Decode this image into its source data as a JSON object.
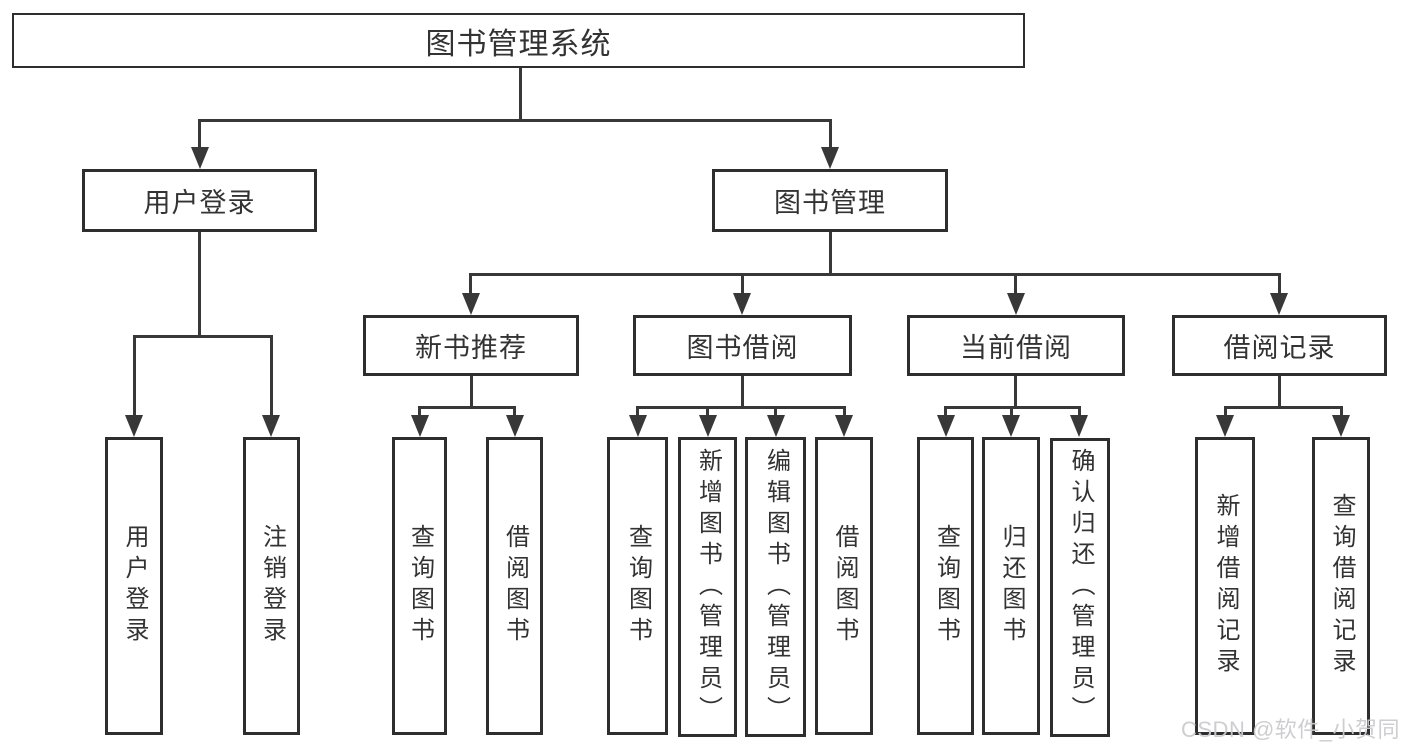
{
  "title": "图书管理系统",
  "colors": {
    "background": "#ffffff",
    "box_border": "#2e2e2e",
    "line": "#383838",
    "text": "#333333",
    "watermark": "#cbcbcf"
  },
  "watermark": {
    "text": "CSDN @软件_小贺同学"
  },
  "nodes": {
    "root": {
      "label": "图书管理系统"
    },
    "user_login": {
      "label": "用户登录"
    },
    "book_mgmt": {
      "label": "图书管理"
    },
    "new_book_rec": {
      "label": "新书推荐"
    },
    "book_borrow": {
      "label": "图书借阅"
    },
    "current_borrow": {
      "label": "当前借阅"
    },
    "borrow_records": {
      "label": "借阅记录"
    },
    "ul_login": {
      "label": "用户登录"
    },
    "ul_logout": {
      "label": "注销登录"
    },
    "nbr_query": {
      "label": "查询图书"
    },
    "nbr_borrow": {
      "label": "借阅图书"
    },
    "bb_query": {
      "label": "查询图书"
    },
    "bb_add": {
      "label": "新增图书（管理员）"
    },
    "bb_edit": {
      "label": "编辑图书（管理员）"
    },
    "bb_borrow": {
      "label": "借阅图书"
    },
    "cb_query": {
      "label": "查询图书"
    },
    "cb_return": {
      "label": "归还图书"
    },
    "cb_confirm": {
      "label": "确认归还（管理员）"
    },
    "br_add": {
      "label": "新增借阅记录"
    },
    "br_query": {
      "label": "查询借阅记录"
    }
  },
  "tree": {
    "label": "图书管理系统",
    "children": [
      {
        "label": "用户登录",
        "children": [
          {
            "label": "用户登录"
          },
          {
            "label": "注销登录"
          }
        ]
      },
      {
        "label": "图书管理",
        "children": [
          {
            "label": "新书推荐",
            "children": [
              {
                "label": "查询图书"
              },
              {
                "label": "借阅图书"
              }
            ]
          },
          {
            "label": "图书借阅",
            "children": [
              {
                "label": "查询图书"
              },
              {
                "label": "新增图书（管理员）"
              },
              {
                "label": "编辑图书（管理员）"
              },
              {
                "label": "借阅图书"
              }
            ]
          },
          {
            "label": "当前借阅",
            "children": [
              {
                "label": "查询图书"
              },
              {
                "label": "归还图书"
              },
              {
                "label": "确认归还（管理员）"
              }
            ]
          },
          {
            "label": "借阅记录",
            "children": [
              {
                "label": "新增借阅记录"
              },
              {
                "label": "查询借阅记录"
              }
            ]
          }
        ]
      }
    ]
  }
}
